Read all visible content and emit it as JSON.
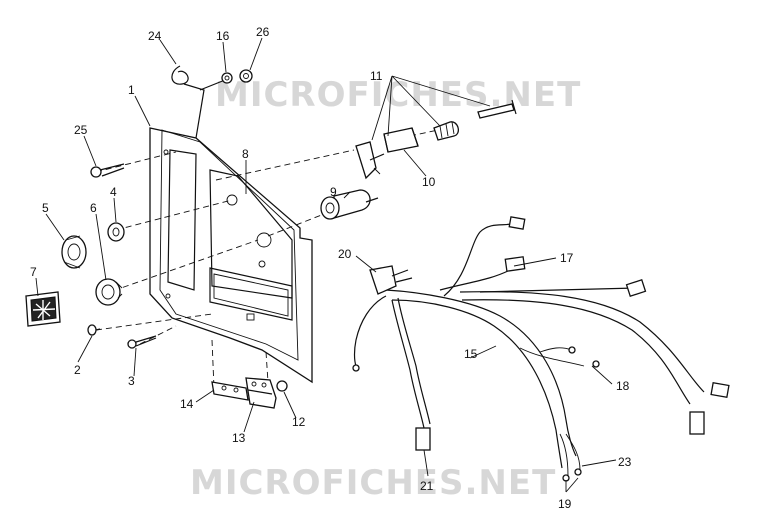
{
  "watermark": {
    "top": "MICROFICHES.NET",
    "bottom": "MICROFICHES.NET"
  },
  "callouts": {
    "c1": "1",
    "c2": "2",
    "c3": "3",
    "c4": "4",
    "c5": "5",
    "c6": "6",
    "c7": "7",
    "c8": "8",
    "c9": "9",
    "c10": "10",
    "c11": "11",
    "c12": "12",
    "c13": "13",
    "c14": "14",
    "c15": "15",
    "c16": "16",
    "c17": "17",
    "c18": "18",
    "c19": "19",
    "c20": "20",
    "c21": "21",
    "c23": "23",
    "c24": "24",
    "c25": "25",
    "c26": "26"
  }
}
